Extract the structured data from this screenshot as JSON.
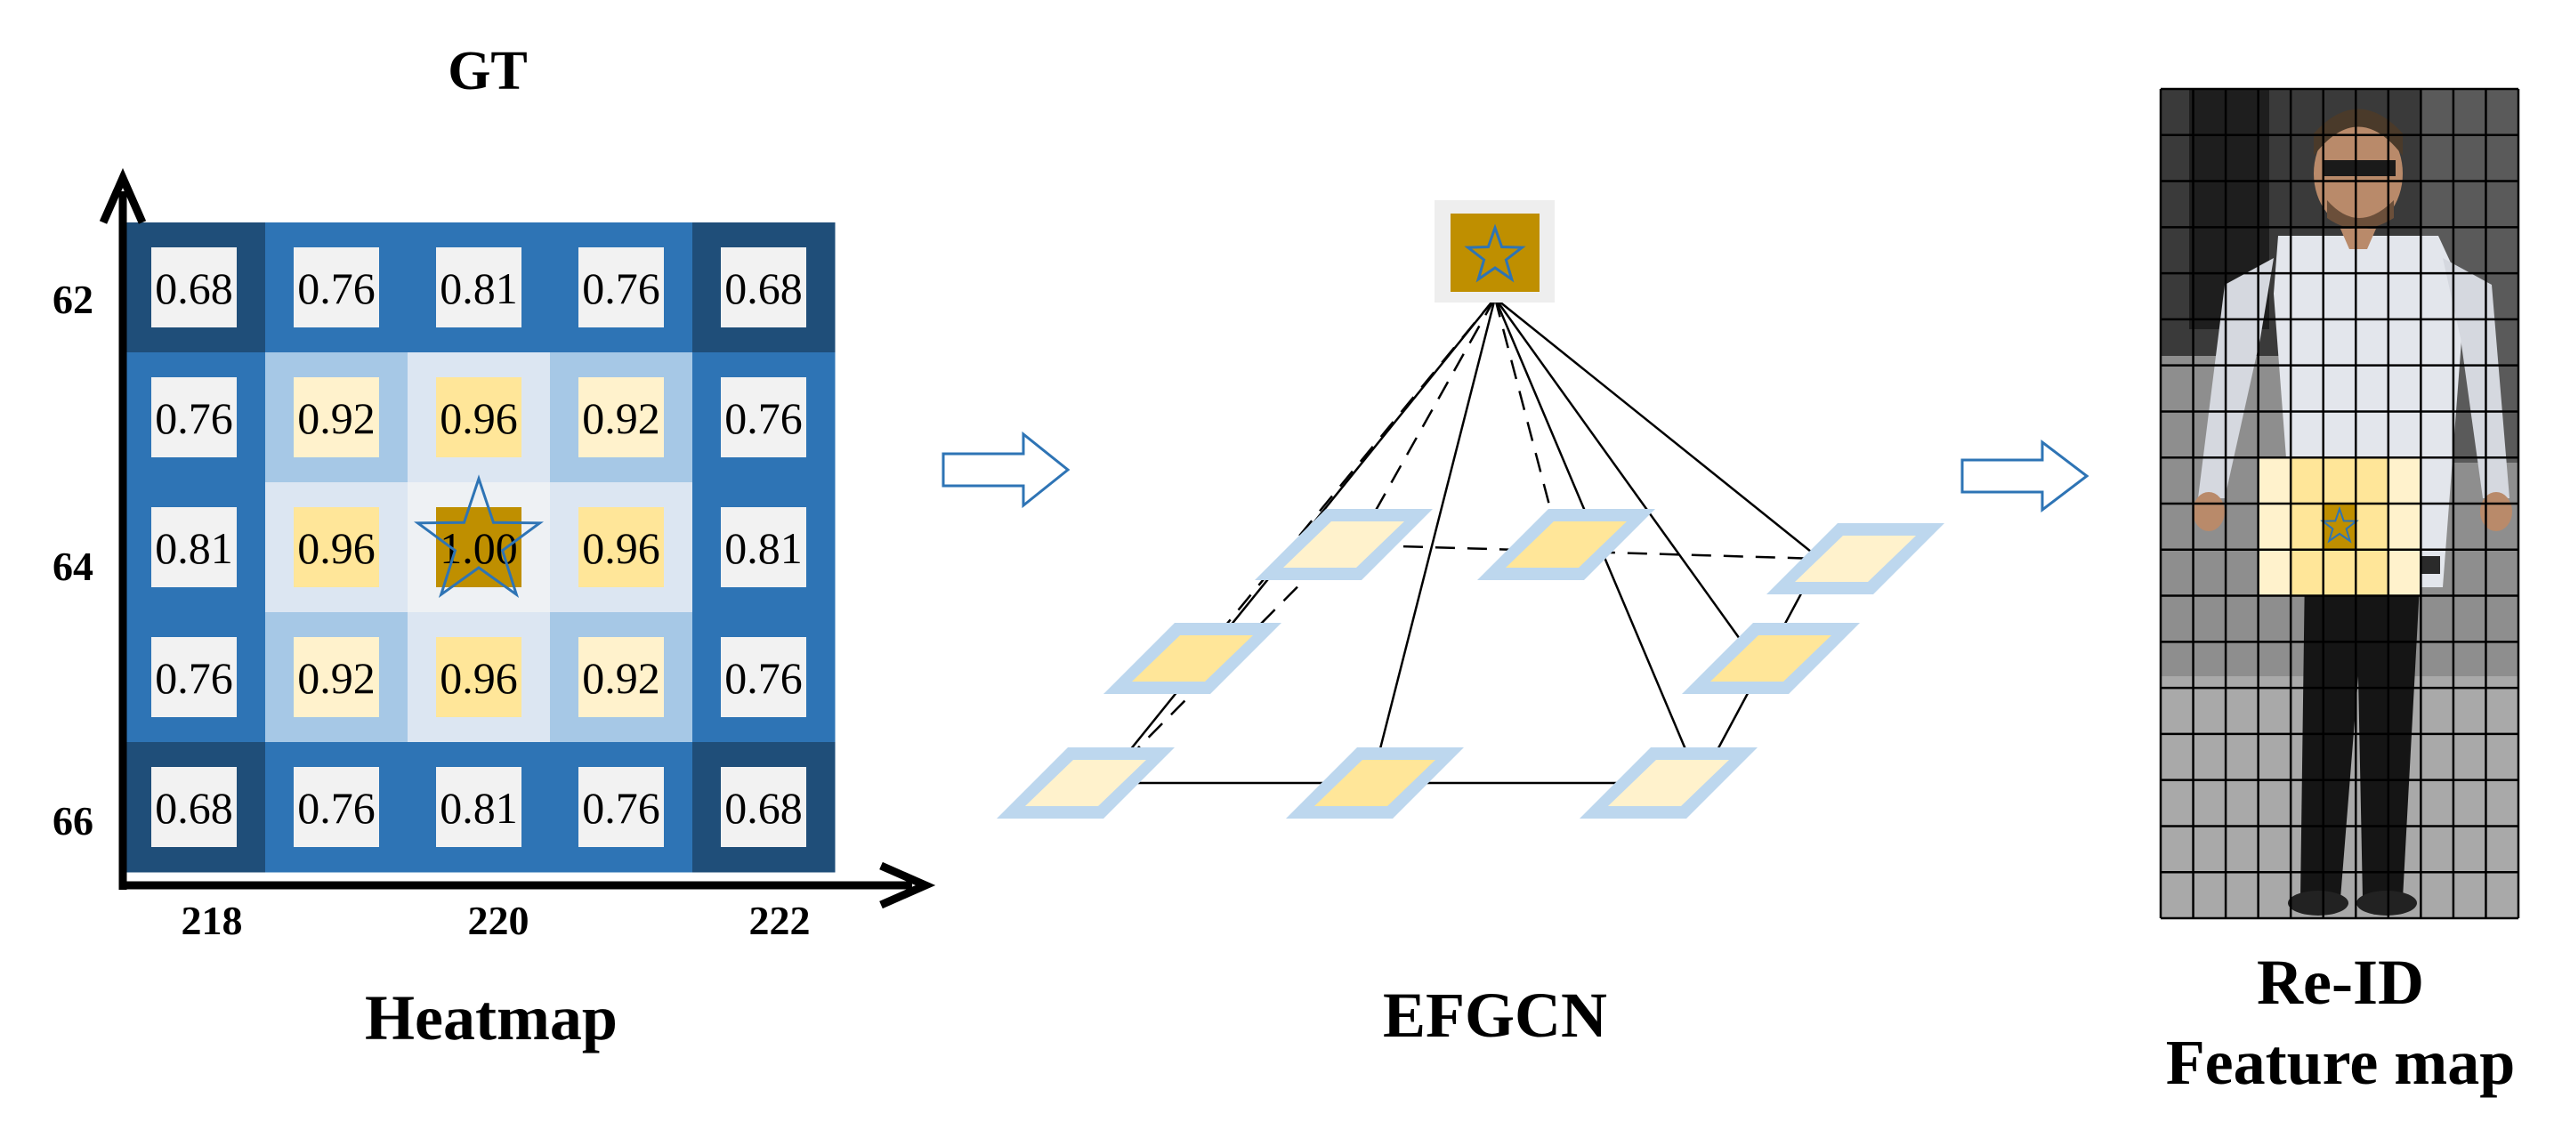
{
  "heatmap": {
    "title": "GT",
    "caption": "Heatmap",
    "y_labels": [
      "62",
      "64",
      "66"
    ],
    "x_labels": [
      "218",
      "220",
      "222"
    ],
    "values": [
      [
        "0.68",
        "0.76",
        "0.81",
        "0.76",
        "0.68"
      ],
      [
        "0.76",
        "0.92",
        "0.96",
        "0.92",
        "0.76"
      ],
      [
        "0.81",
        "0.96",
        "1.00",
        "0.96",
        "0.81"
      ],
      [
        "0.76",
        "0.92",
        "0.96",
        "0.92",
        "0.76"
      ],
      [
        "0.68",
        "0.76",
        "0.81",
        "0.76",
        "0.68"
      ]
    ],
    "ring_colors": [
      "#EEF1F4",
      "#A6C8E6",
      "#2E74B5",
      "#1F4E79"
    ],
    "value_colors": {
      "1.00": "#BF8F00",
      "0.96": "#FFE699",
      "0.92": "#FFF2CC",
      "other": "#F2F2F2"
    }
  },
  "efgcn": {
    "caption": "EFGCN",
    "node_fill": "#FFE699",
    "node_light_fill": "#FFF2CC",
    "node_border": "#BDD7EE",
    "top_node_fill": "#BF8F00"
  },
  "reid": {
    "caption_line1": "Re-ID",
    "caption_line2": "Feature map",
    "highlight_fill": "#FFE699",
    "highlight_center": "#BF8F00"
  },
  "colors": {
    "arrow_outline": "#2E74B5",
    "star": "#2E74B5",
    "axis": "#000000"
  }
}
